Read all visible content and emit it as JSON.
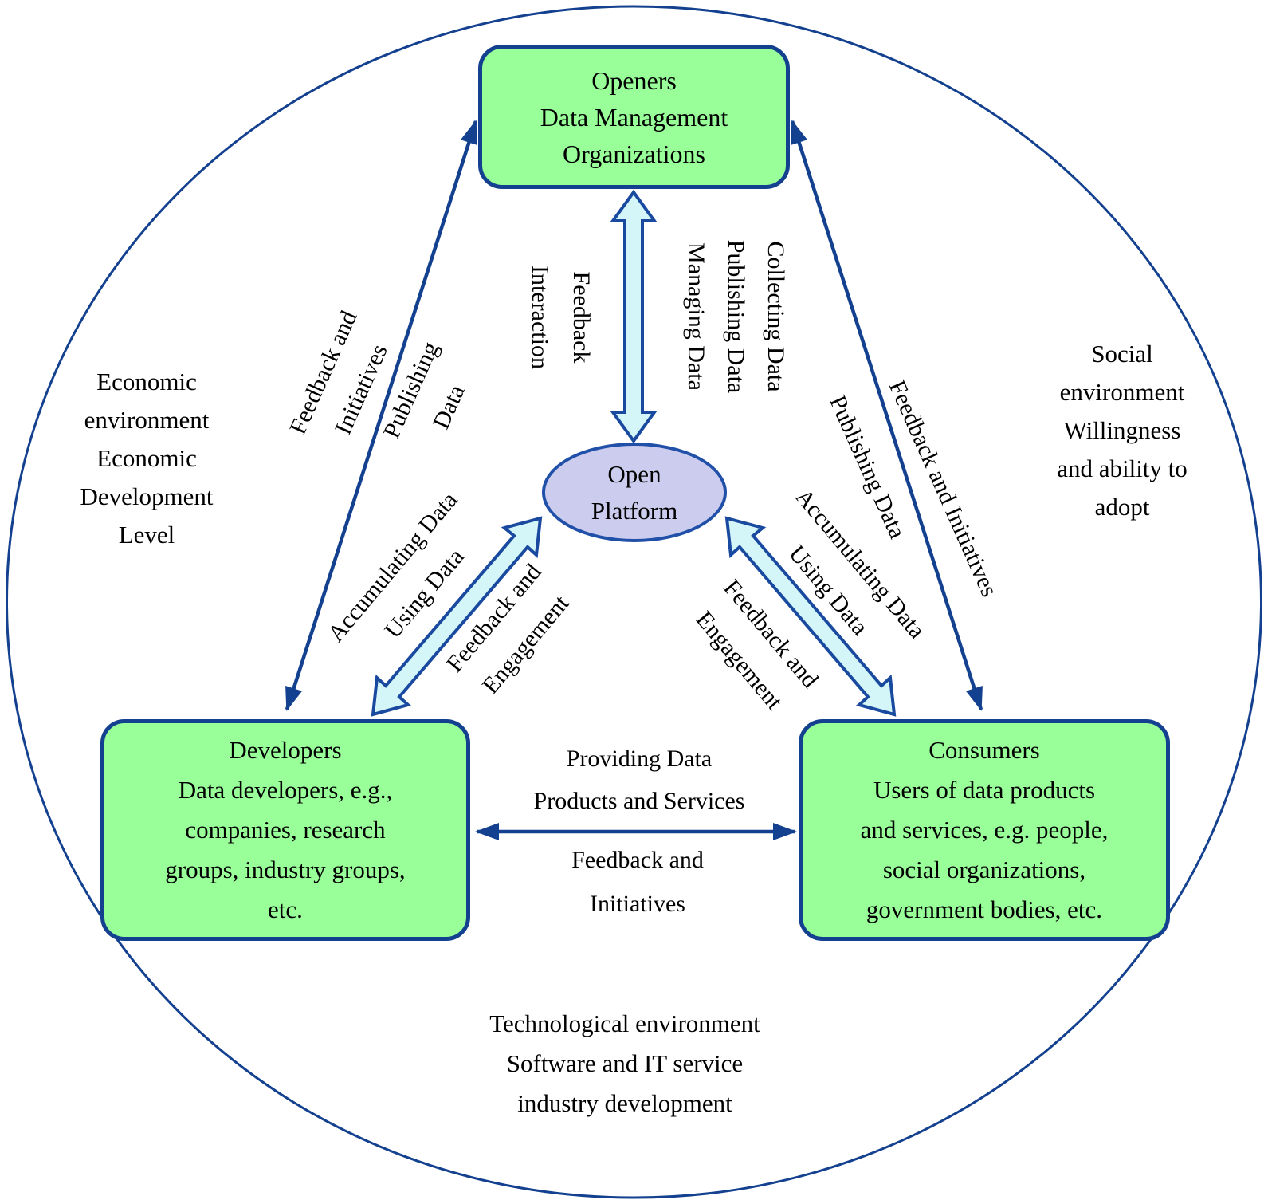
{
  "figure": {
    "title": "Open data ecosystem diagram",
    "type": "diagram"
  },
  "colors": {
    "text": "#000000",
    "box_fill": "#99ff99",
    "box_border": "#14418f",
    "ellipse_fill": "#ccccee",
    "ellipse_border": "#2050a8",
    "thick_arrow_fill": "#d4f6f8",
    "thick_arrow_border": "#1a4aa0",
    "thin_arrow": "#14418f",
    "outer_circle": "#14418f"
  },
  "nodes": {
    "openers": {
      "lines": [
        "Openers",
        "Data Management",
        "Organizations"
      ]
    },
    "developers": {
      "lines": [
        "Developers",
        "Data developers, e.g.,",
        "companies, research",
        "groups, industry groups,",
        "etc."
      ]
    },
    "consumers": {
      "lines": [
        "Consumers",
        "Users of data products",
        "and services, e.g. people,",
        "social organizations,",
        "government bodies, etc."
      ]
    },
    "platform": {
      "lines": [
        "Open",
        "Platform"
      ]
    }
  },
  "labels": {
    "dev_open_feedback": {
      "lines": [
        "Feedback and",
        "Initiatives"
      ]
    },
    "dev_open_publishing": {
      "lines": [
        "Publishing",
        "Data"
      ]
    },
    "platform_open_feedback": {
      "lines": [
        "Feedback",
        "Interaction"
      ]
    },
    "platform_open_data": {
      "lines": [
        "Collecting Data",
        "Publishing Data",
        "Managing Data"
      ]
    },
    "open_cons_publishing": {
      "lines": [
        "Publishing Data"
      ]
    },
    "open_cons_feedback": {
      "lines": [
        "Feedback and Initiatives"
      ]
    },
    "platform_dev_data": {
      "lines": [
        "Accumulating Data",
        "Using Data"
      ]
    },
    "platform_dev_feedback": {
      "lines": [
        "Feedback and",
        "Engagement"
      ]
    },
    "platform_cons_data": {
      "lines": [
        "Accumulating Data",
        "Using Data"
      ]
    },
    "platform_cons_feedback": {
      "lines": [
        "Feedback and",
        "Engagement"
      ]
    },
    "dev_cons_providing": {
      "lines": [
        "Providing Data",
        "Products and Services"
      ]
    },
    "dev_cons_feedback": {
      "lines": [
        "Feedback and",
        "Initiatives"
      ]
    }
  },
  "environment": {
    "economic": {
      "lines": [
        "Economic",
        "environment",
        "Economic",
        "Development",
        "Level"
      ]
    },
    "social": {
      "lines": [
        "Social",
        "environment",
        "Willingness",
        "and ability to",
        "adopt"
      ]
    },
    "technological": {
      "lines": [
        "Technological environment",
        "Software and IT service",
        "industry development"
      ]
    }
  }
}
